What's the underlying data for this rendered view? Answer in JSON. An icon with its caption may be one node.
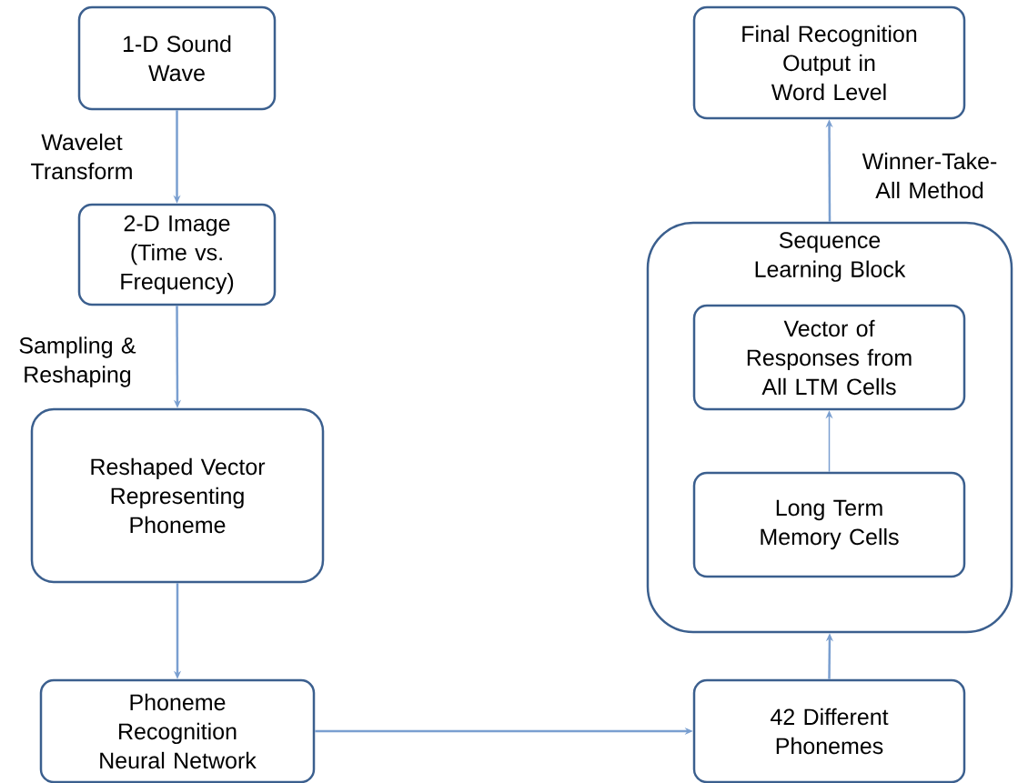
{
  "diagram": {
    "nodes": [
      {
        "text": [
          "1-D Sound Wave"
        ]
      },
      {
        "text": [
          "2-D Image (Time vs. Frequency)"
        ]
      },
      {
        "text": [
          "Reshaped Vector Representing Phoneme"
        ]
      },
      {
        "text": [
          "Phoneme Recognition Neural Network"
        ]
      },
      {
        "text": [
          "42 Different Phonemes"
        ]
      },
      {
        "text": [
          "Sequence Learning Block"
        ]
      },
      {
        "text": [
          "Vector of Responses from All LTM Cells"
        ],
        "in": 5
      },
      {
        "text": [
          "Long Term Memory Cells"
        ],
        "in": 5
      },
      {
        "text": [
          "Final Recognition Output in Word Level"
        ]
      }
    ],
    "edges": [
      {
        "from": 0,
        "to": 1,
        "arrow": "to",
        "label": "Wavelet Transform"
      },
      {
        "from": 1,
        "to": 2,
        "arrow": "to",
        "label": "Sampling & Reshaping"
      },
      {
        "from": 2,
        "to": 3,
        "arrow": "to"
      },
      {
        "from": 3,
        "to": 4,
        "arrow": "to"
      },
      {
        "from": 4,
        "to": 5,
        "arrow": "to"
      },
      {
        "from": 7,
        "to": 6,
        "arrow": "to"
      },
      {
        "from": 5,
        "to": 8,
        "arrow": "to",
        "label": "Winner-Take-All Method"
      }
    ]
  }
}
